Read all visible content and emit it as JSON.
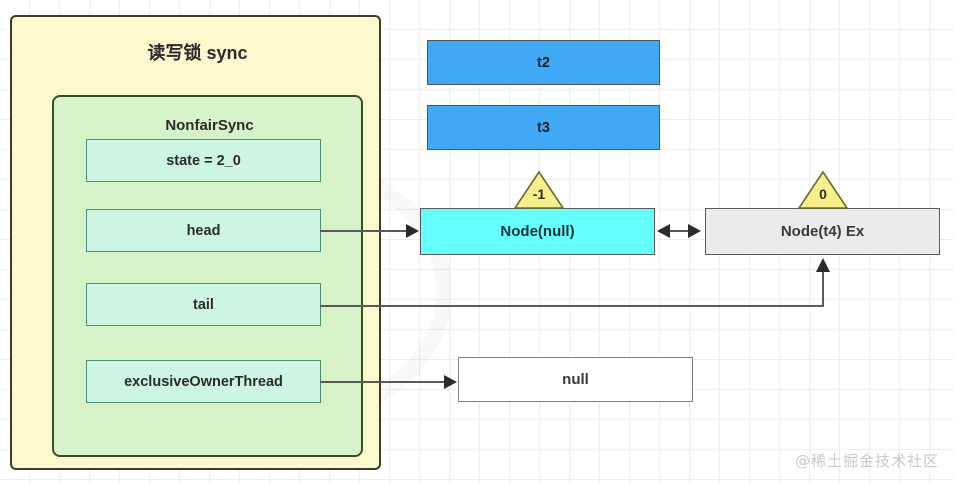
{
  "diagram": {
    "title": "读写锁 sync",
    "outer_fill": "#faf8cd",
    "inner": {
      "title": "NonfairSync",
      "fill": "#d6f2c8",
      "fields": [
        {
          "label": "state = 2_0"
        },
        {
          "label": "head"
        },
        {
          "label": "tail"
        },
        {
          "label": "exclusiveOwnerThread"
        }
      ]
    },
    "threads": [
      {
        "label": "t2",
        "color": "#3fa9f5"
      },
      {
        "label": "t3",
        "color": "#3fa9f5"
      }
    ],
    "nodes": [
      {
        "label": "Node(null)",
        "waitstatus": "-1",
        "color": "#66ffff"
      },
      {
        "label": "Node(t4) Ex",
        "waitstatus": "0",
        "color": "#ebebeb"
      }
    ],
    "owner_value": "null",
    "watermark": "@稀土掘金技术社区"
  }
}
